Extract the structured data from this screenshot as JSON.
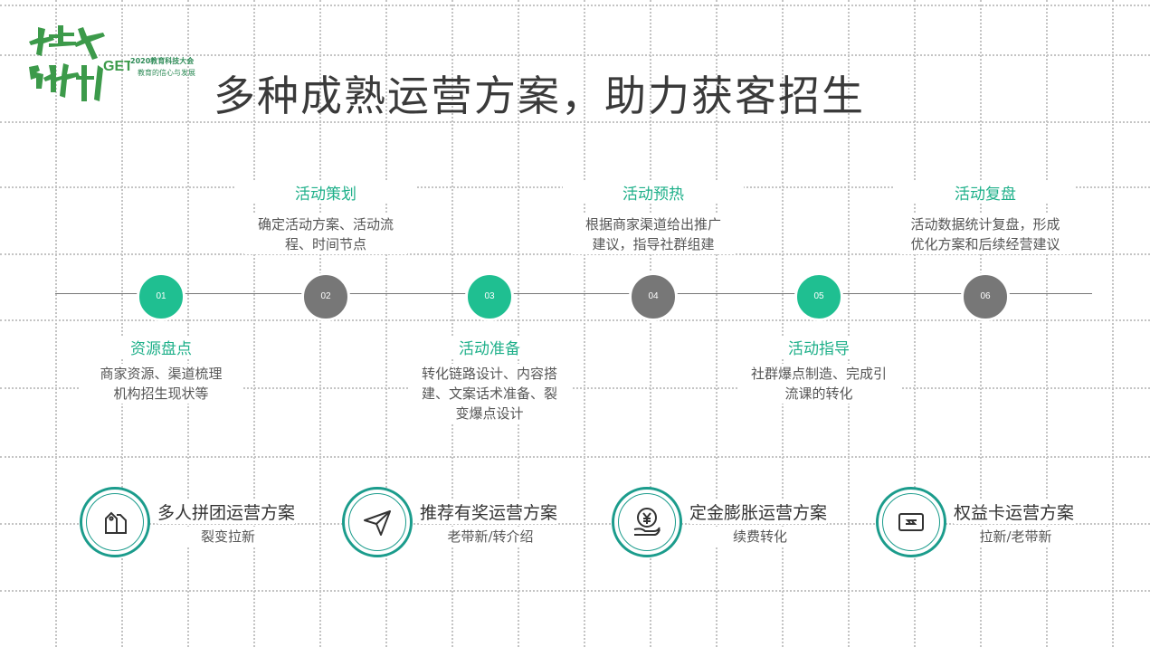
{
  "logo": {
    "text_line1": "2020教育科技大会",
    "text_line2": "教育的信心与发展",
    "wordmark": "GET",
    "calligraphy": "或跃在渊"
  },
  "title": "多种成熟运营方案，助力获客招生",
  "colors": {
    "accent": "#1fbf91",
    "node_gray": "#777777",
    "ring": "#1b9c8c"
  },
  "timeline": [
    {
      "num": "01",
      "color": "green",
      "title": "资源盘点",
      "desc": [
        "商家资源、渠道梳理",
        "机构招生现状等"
      ],
      "position": "below"
    },
    {
      "num": "02",
      "color": "gray",
      "title": "活动策划",
      "desc": [
        "确定活动方案、活动流",
        "程、时间节点"
      ],
      "position": "above"
    },
    {
      "num": "03",
      "color": "green",
      "title": "活动准备",
      "desc": [
        "转化链路设计、内容搭",
        "建、文案话术准备、裂",
        "变爆点设计"
      ],
      "position": "below"
    },
    {
      "num": "04",
      "color": "gray",
      "title": "活动预热",
      "desc": [
        "根据商家渠道给出推广",
        "建议，指导社群组建"
      ],
      "position": "above"
    },
    {
      "num": "05",
      "color": "green",
      "title": "活动指导",
      "desc": [
        "社群爆点制造、完成引",
        "流课的转化"
      ],
      "position": "below"
    },
    {
      "num": "06",
      "color": "gray",
      "title": "活动复盘",
      "desc": [
        "活动数据统计复盘，形成",
        "优化方案和后续经营建议"
      ],
      "position": "above"
    }
  ],
  "plans": [
    {
      "icon": "tags-icon",
      "title": "多人拼团运营方案",
      "sub": "裂变拉新"
    },
    {
      "icon": "paper-plane-icon",
      "title": "推荐有奖运营方案",
      "sub": "老带新/转介绍"
    },
    {
      "icon": "yuan-coin-hand-icon",
      "title": "定金膨胀运营方案",
      "sub": "续费转化"
    },
    {
      "icon": "card-icon",
      "title": "权益卡运营方案",
      "sub": "拉新/老带新"
    }
  ]
}
